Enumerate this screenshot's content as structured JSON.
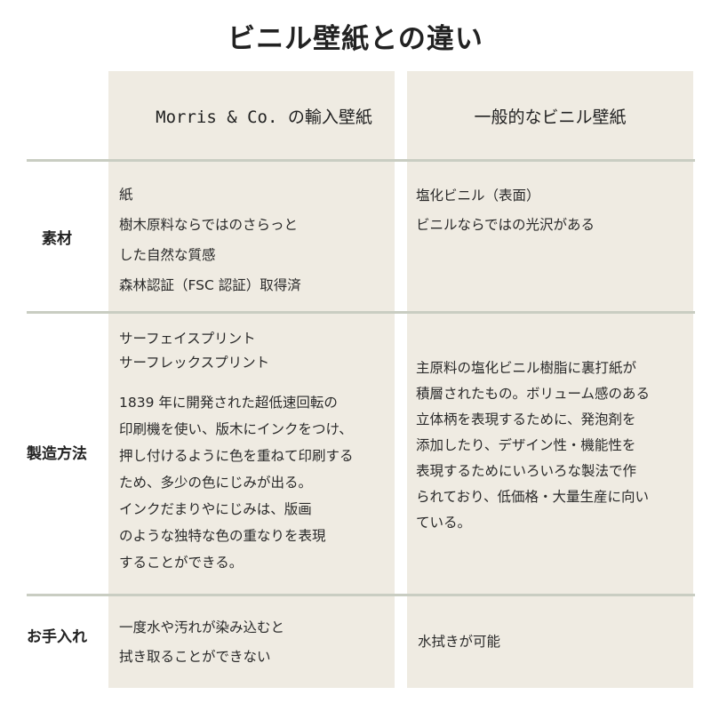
{
  "title": "ビニル壁紙との違い",
  "columns": {
    "a": "Morris & Co. の輸入壁紙",
    "b": "一般的なビニル壁紙"
  },
  "rows": [
    {
      "label": "素材",
      "a_lines": [
        "紙",
        "樹木原料ならではのさらっと",
        "した自然な質感",
        "森林認証（FSC 認証）取得済"
      ],
      "b_lines": [
        "塩化ビニル（表面）",
        "ビニルならではの光沢がある"
      ]
    },
    {
      "label": "製造方法",
      "a_top_lines": [
        "サーフェイスプリント",
        "サーフレックスプリント"
      ],
      "a_lines": [
        "1839 年に開発された超低速回転の",
        "印刷機を使い、版木にインクをつけ、",
        "押し付けるように色を重ねて印刷する",
        "ため、多少の色にじみが出る。",
        "インクだまりやにじみは、版画",
        "のような独特な色の重なりを表現",
        "することができる。"
      ],
      "b_lines": [
        "主原料の塩化ビニル樹脂に裏打紙が",
        "積層されたもの。ボリューム感のある",
        "立体柄を表現するために、発泡剤を",
        "添加したり、デザイン性・機能性を",
        "表現するためにいろいろな製法で作",
        "られており、低価格・大量生産に向い",
        "ている。"
      ]
    },
    {
      "label": "お手入れ",
      "a_lines": [
        "一度水や汚れが染み込むと",
        "拭き取ることができない"
      ],
      "b_lines": [
        "水拭きが可能"
      ]
    }
  ]
}
